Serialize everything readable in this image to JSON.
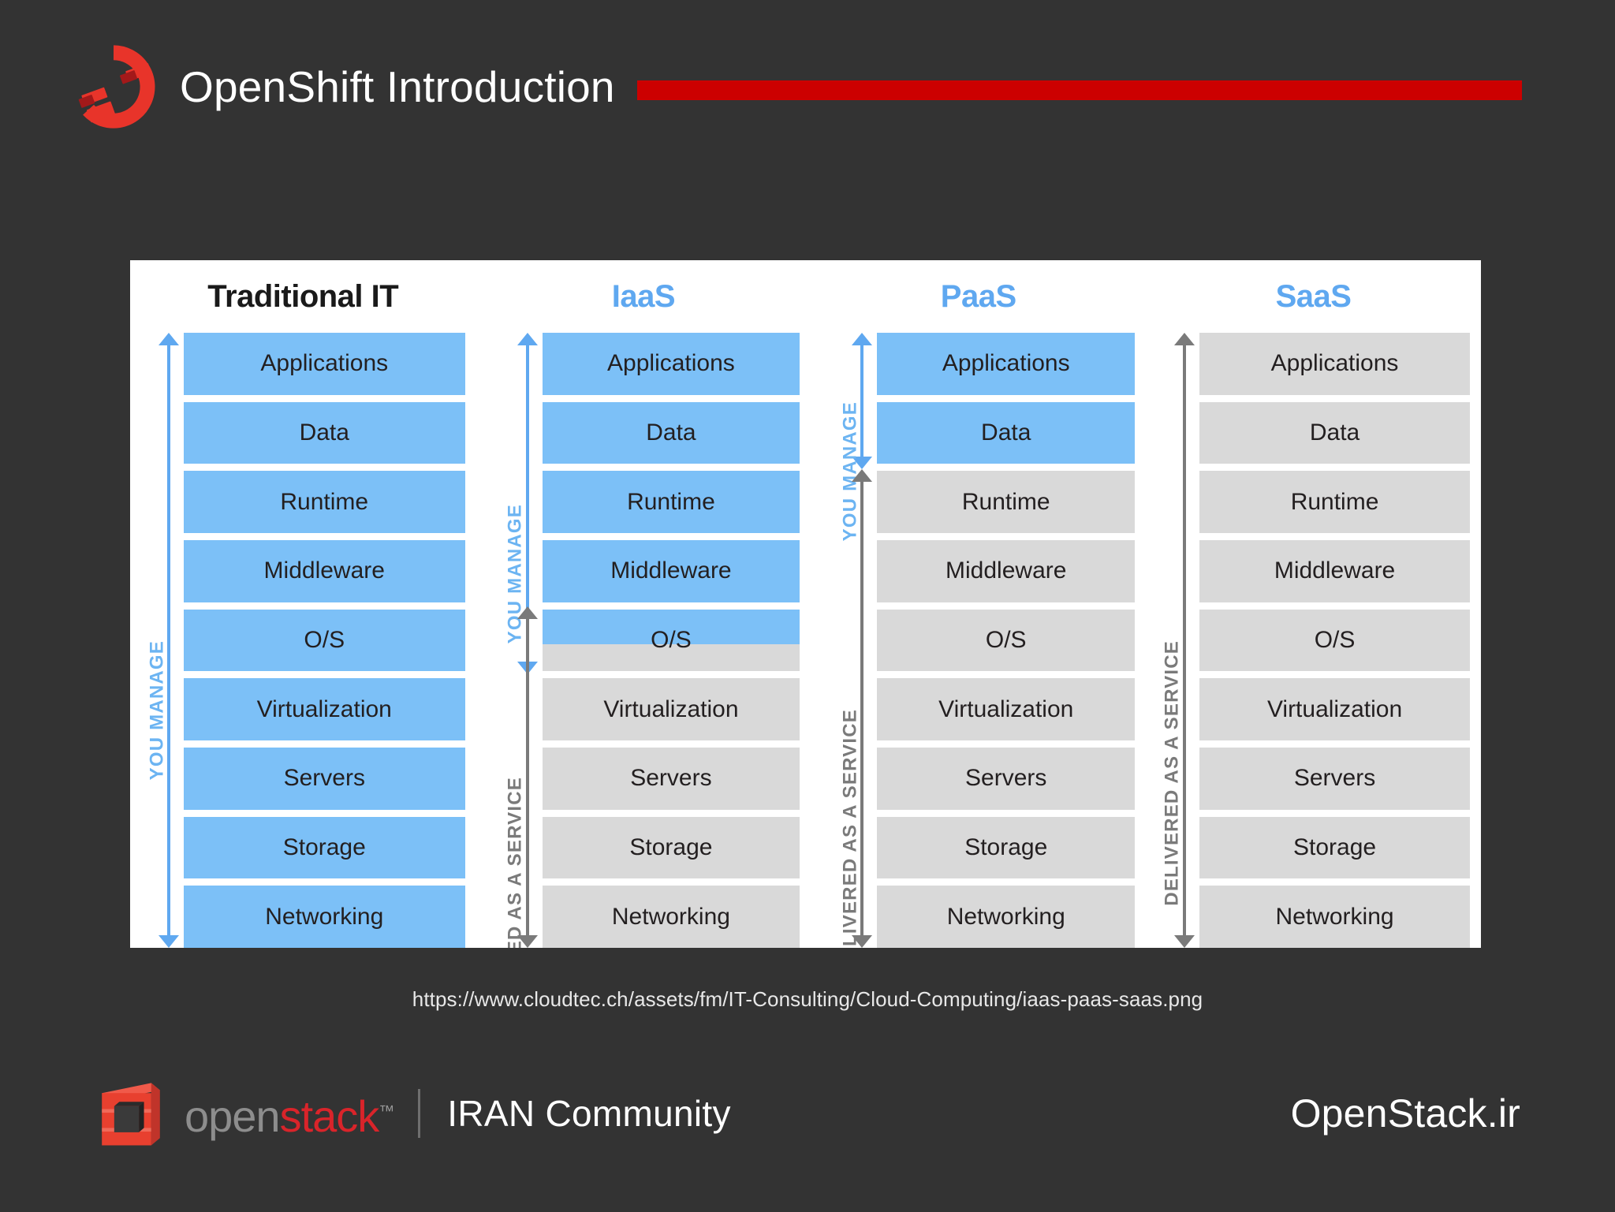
{
  "header": {
    "logo_name": "openshift-logo",
    "title": "OpenShift Introduction",
    "rule_color": "#cc0000"
  },
  "diagram": {
    "panel_background": "#ffffff",
    "blue": "#7cc0f7",
    "gray": "#d9d9d9",
    "arrow_blue": "#5fa8f0",
    "arrow_gray": "#7a7a7a",
    "layers": [
      "Applications",
      "Data",
      "Runtime",
      "Middleware",
      "O/S",
      "Virtualization",
      "Servers",
      "Storage",
      "Networking"
    ],
    "labels": {
      "you_manage": "YOU MANAGE",
      "delivered_as_a_service": "DELIVERED AS A SERVICE"
    },
    "columns": [
      {
        "key": "traditional",
        "title": "Traditional IT",
        "title_color": "#1a1a1a",
        "rows": [
          {
            "label": "Applications",
            "fill": "blue"
          },
          {
            "label": "Data",
            "fill": "blue"
          },
          {
            "label": "Runtime",
            "fill": "blue"
          },
          {
            "label": "Middleware",
            "fill": "blue"
          },
          {
            "label": "O/S",
            "fill": "blue"
          },
          {
            "label": "Virtualization",
            "fill": "blue"
          },
          {
            "label": "Servers",
            "fill": "blue"
          },
          {
            "label": "Storage",
            "fill": "blue"
          },
          {
            "label": "Networking",
            "fill": "blue"
          }
        ],
        "arrows": [
          {
            "label": "YOU MANAGE",
            "color": "blue",
            "from_row": 0,
            "to_row": 8
          }
        ]
      },
      {
        "key": "iaas",
        "title": "IaaS",
        "title_color": "#5fa8f0",
        "rows": [
          {
            "label": "Applications",
            "fill": "blue"
          },
          {
            "label": "Data",
            "fill": "blue"
          },
          {
            "label": "Runtime",
            "fill": "blue"
          },
          {
            "label": "Middleware",
            "fill": "blue"
          },
          {
            "label": "O/S",
            "fill": "split"
          },
          {
            "label": "Virtualization",
            "fill": "gray"
          },
          {
            "label": "Servers",
            "fill": "gray"
          },
          {
            "label": "Storage",
            "fill": "gray"
          },
          {
            "label": "Networking",
            "fill": "gray"
          }
        ],
        "arrows": [
          {
            "label": "YOU MANAGE",
            "color": "blue",
            "from_row": 0,
            "to_row": 4
          },
          {
            "label": "DELIVERED AS A SERVICE",
            "color": "gray",
            "from_row": 4,
            "to_row": 8
          }
        ]
      },
      {
        "key": "paas",
        "title": "PaaS",
        "title_color": "#5fa8f0",
        "rows": [
          {
            "label": "Applications",
            "fill": "blue"
          },
          {
            "label": "Data",
            "fill": "blue"
          },
          {
            "label": "Runtime",
            "fill": "gray"
          },
          {
            "label": "Middleware",
            "fill": "gray"
          },
          {
            "label": "O/S",
            "fill": "gray"
          },
          {
            "label": "Virtualization",
            "fill": "gray"
          },
          {
            "label": "Servers",
            "fill": "gray"
          },
          {
            "label": "Storage",
            "fill": "gray"
          },
          {
            "label": "Networking",
            "fill": "gray"
          }
        ],
        "arrows": [
          {
            "label": "YOU MANAGE",
            "color": "blue",
            "from_row": 0,
            "to_row": 1
          },
          {
            "label": "DELIVERED AS A SERVICE",
            "color": "gray",
            "from_row": 2,
            "to_row": 8
          }
        ]
      },
      {
        "key": "saas",
        "title": "SaaS",
        "title_color": "#5fa8f0",
        "rows": [
          {
            "label": "Applications",
            "fill": "gray"
          },
          {
            "label": "Data",
            "fill": "gray"
          },
          {
            "label": "Runtime",
            "fill": "gray"
          },
          {
            "label": "Middleware",
            "fill": "gray"
          },
          {
            "label": "O/S",
            "fill": "gray"
          },
          {
            "label": "Virtualization",
            "fill": "gray"
          },
          {
            "label": "Servers",
            "fill": "gray"
          },
          {
            "label": "Storage",
            "fill": "gray"
          },
          {
            "label": "Networking",
            "fill": "gray"
          }
        ],
        "arrows": [
          {
            "label": "DELIVERED AS A SERVICE",
            "color": "gray",
            "from_row": 0,
            "to_row": 8
          }
        ]
      }
    ]
  },
  "source": {
    "url": "https://www.cloudtec.ch/assets/fm/IT-Consulting/Cloud-Computing/iaas-paas-saas.png"
  },
  "footer": {
    "mark_name": "openstack-logo",
    "word_open": "open",
    "word_stack": "stack",
    "word_tm": "™",
    "community": "IRAN Community",
    "site": "OpenStack.ir"
  }
}
